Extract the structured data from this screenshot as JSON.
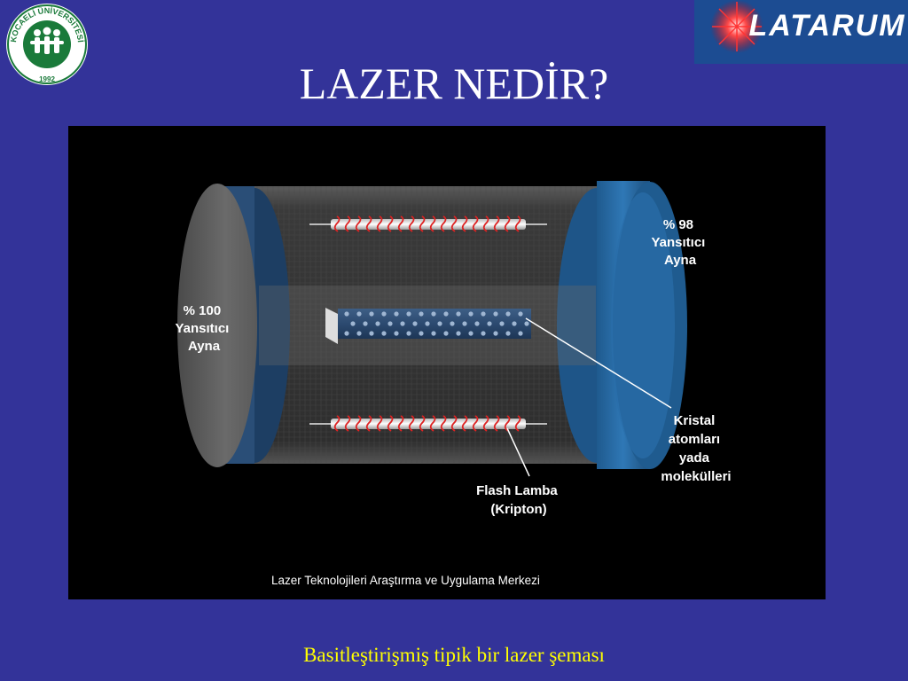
{
  "slide": {
    "title": "LAZER NEDİR?",
    "caption": "Basitleştirişmiş tipik bir lazer şeması"
  },
  "logos": {
    "university_text": "KOCAELİ ÜNİVERSİTESİ",
    "university_year": "1992",
    "brand": "LATARUM"
  },
  "diagram": {
    "left_mirror": [
      "% 100",
      "Yansıtıcı",
      "Ayna"
    ],
    "right_mirror": [
      "% 98",
      "Yansıtıcı",
      "Ayna"
    ],
    "crystal": [
      "Kristal",
      "atomları",
      "yada",
      "molekülleri"
    ],
    "lamp": [
      "Flash Lamba",
      "(Kripton)"
    ],
    "credit": "Lazer Teknolojileri Araştırma ve Uygulama Merkezi"
  },
  "colors": {
    "background": "#333399",
    "title": "#ffffff",
    "caption": "#ffff00",
    "mirror": "#2f6fa8",
    "coil": "#dd2222"
  }
}
